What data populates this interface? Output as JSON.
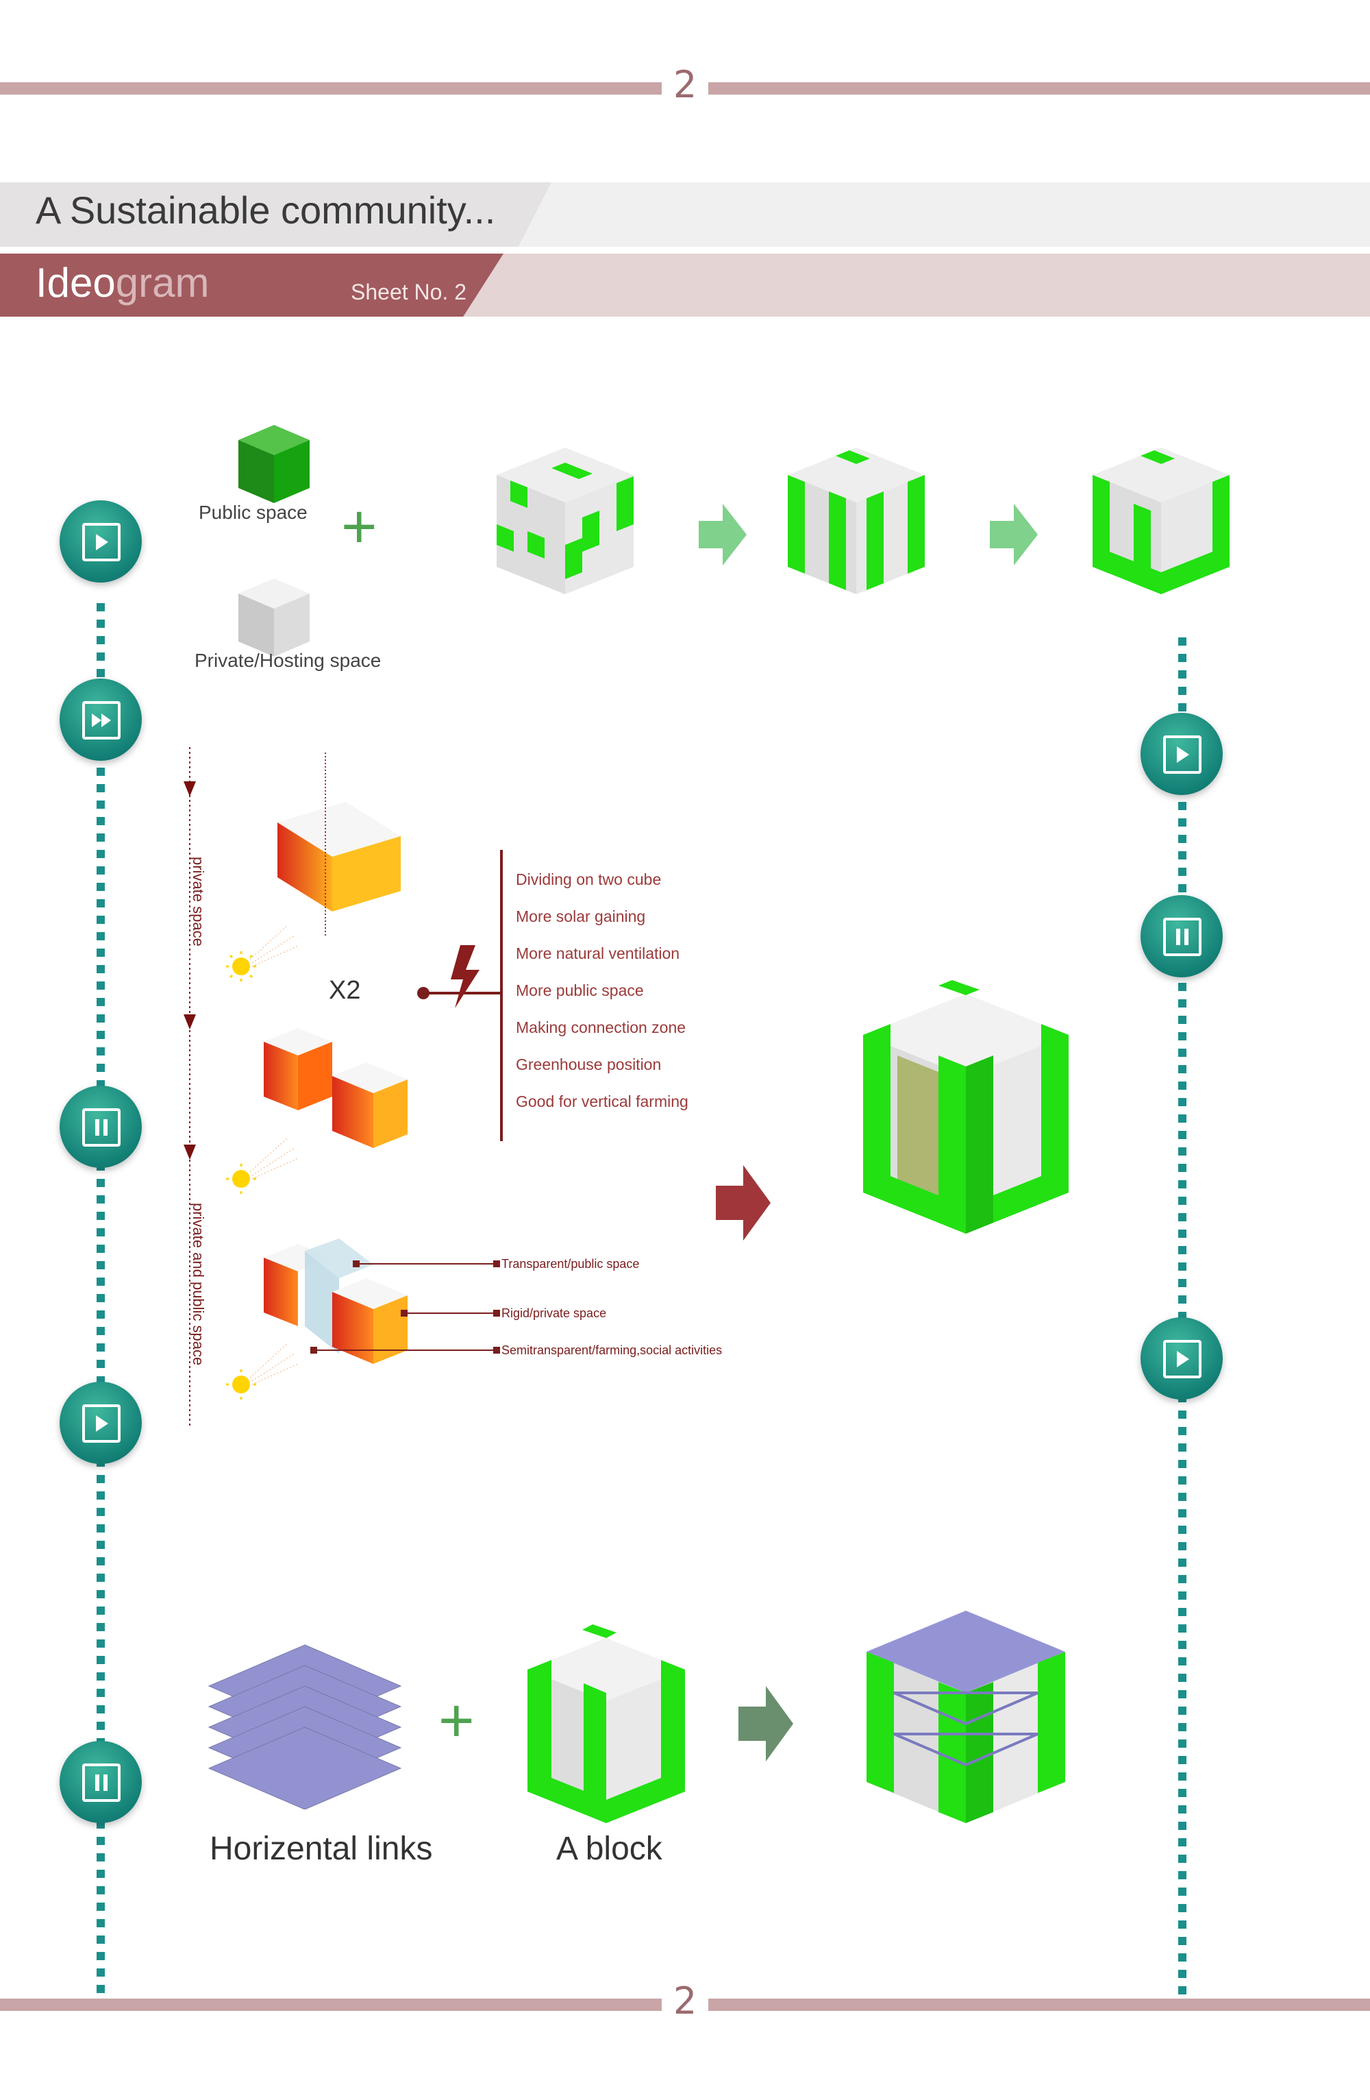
{
  "header": {
    "page_number": "2",
    "title": "A Sustainable community...",
    "subtitle_strong": "Ideo",
    "subtitle_light": "gram",
    "sheet": "Sheet No. 2"
  },
  "legend": {
    "public_space": "Public space",
    "private_space": "Private/Hosting space"
  },
  "side_labels": {
    "private": "private space",
    "private_public": "private and public space"
  },
  "multiplier": "X2",
  "benefits": [
    "Dividing on two cube",
    "More solar gaining",
    "More natural ventilation",
    "More public space",
    "Making connection zone",
    "Greenhouse position",
    "Good for vertical farming"
  ],
  "callouts": {
    "transparent": "Transparent/public space",
    "rigid": "Rigid/private space",
    "semi": "Semitransparent/farming,social activities"
  },
  "bottom": {
    "horizontal_links": "Horizental links",
    "a_block": "A block"
  },
  "footer": {
    "page_number": "2"
  },
  "colors": {
    "green": "#22e012",
    "teal": "#138076",
    "rule": "#c9a5a7",
    "maroon": "#a15a5e"
  }
}
